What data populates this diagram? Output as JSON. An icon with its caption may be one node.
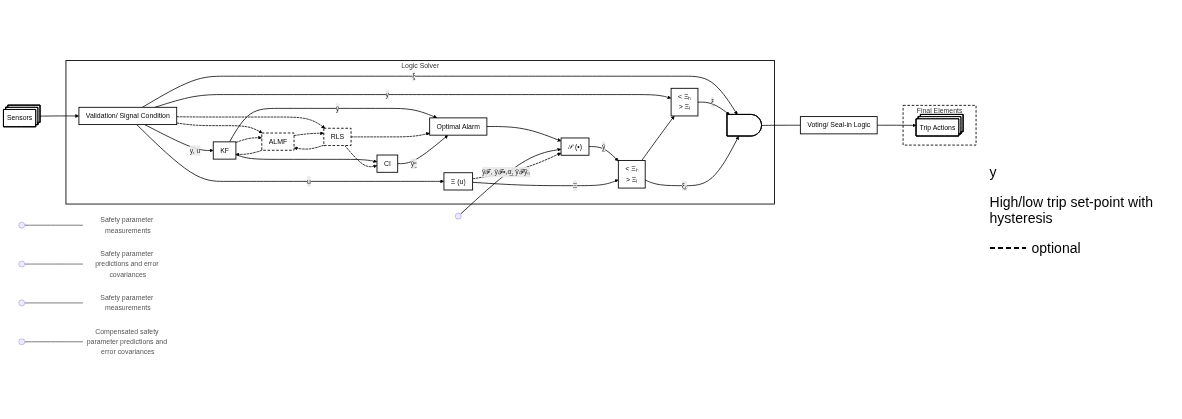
{
  "diagram": {
    "nodes": [
      {
        "text": [
          "Logic Solver"
        ]
      },
      {
        "text": [
          "Sensors"
        ]
      },
      {
        "text": [
          "Validation/ Signal Condition"
        ],
        "in": 0
      },
      {
        "text": [
          "KF"
        ],
        "in": 0
      },
      {
        "text": [
          "CI"
        ],
        "in": 0
      },
      {
        "text": [
          "ALMF"
        ],
        "in": 0
      },
      {
        "text": [
          "Optimal Alarm"
        ],
        "in": 0
      },
      {
        "text": [
          "RLS"
        ],
        "in": 0
      },
      {
        "text": [
          "𝒮 (•)"
        ],
        "in": 0
      },
      {
        "text": [
          "Ξ (u)"
        ],
        "in": 0
      },
      {
        "text": [
          "< Ξₕ",
          "> Ξₗ"
        ],
        "in": 0
      },
      {
        "text": [
          "< Ξₕ",
          "> Ξₗ"
        ],
        "in": 0
      },
      {
        "text": [],
        "shape": "gate",
        "in": 0
      },
      {
        "text": [
          "Voting/ Seal-in Logic"
        ]
      },
      {
        "text": [
          "Final Elements"
        ]
      },
      {
        "text": [
          "Trip Actions"
        ],
        "in": 14
      },
      {
        "text": [
          "Safety parameter measurements"
        ]
      },
      {
        "text": [
          "Safety parameter predictions and error covariances"
        ]
      },
      {
        "text": [
          "Safety parameter measurements"
        ]
      },
      {
        "text": [
          "Compensated safety parameter predictions and error covariances"
        ]
      }
    ],
    "edges": [
      {
        "from": 1,
        "to": 2,
        "arrow": "to"
      },
      {
        "from": 2,
        "to": 10,
        "arrow": "to",
        "label": "y"
      },
      {
        "from": 2,
        "to": 12,
        "arrow": "to",
        "label": "ξ̲"
      },
      {
        "from": 2,
        "to": 3,
        "arrow": "to",
        "label": "y, u"
      },
      {
        "from": 2,
        "to": 5,
        "arrow": "to",
        "style": "dashed"
      },
      {
        "from": 2,
        "to": 7,
        "arrow": "to",
        "style": "dashed"
      },
      {
        "from": 3,
        "to": 5,
        "arrow": "to",
        "style": "dashed"
      },
      {
        "from": 5,
        "to": 3,
        "arrow": "to",
        "style": "dashed"
      },
      {
        "from": 5,
        "to": 7,
        "arrow": "to",
        "style": "dashed"
      },
      {
        "from": 7,
        "to": 5,
        "arrow": "to",
        "style": "dashed"
      },
      {
        "from": 3,
        "to": 4,
        "arrow": "to"
      },
      {
        "from": 3,
        "to": 6,
        "arrow": "to",
        "label": "ŷ"
      },
      {
        "from": 7,
        "to": 4,
        "arrow": "to",
        "style": "dashed"
      },
      {
        "from": 7,
        "to": 6,
        "arrow": "to",
        "style": "dashed"
      },
      {
        "from": 4,
        "to": 6,
        "arrow": "to",
        "label": "ŷᵅ̲"
      },
      {
        "from": 6,
        "to": 8,
        "arrow": "to"
      },
      {
        "from": null,
        "to": 8,
        "arrow": "to",
        "label": "ŷ𝓕, ŷ𝓕•,α̲, ŷ𝓕ỹ₀"
      },
      {
        "from": 9,
        "to": 8,
        "arrow": "to",
        "style": "dashed"
      },
      {
        "from": 2,
        "to": 9,
        "arrow": "to",
        "label": "u"
      },
      {
        "from": 8,
        "to": 11,
        "arrow": "to",
        "label": "ŷ̲"
      },
      {
        "from": 9,
        "to": 11,
        "arrow": "to",
        "label": "Ξ"
      },
      {
        "from": 11,
        "to": 10,
        "arrow": "to"
      },
      {
        "from": 10,
        "to": 12,
        "arrow": "to",
        "label": "ξ"
      },
      {
        "from": 11,
        "to": 12,
        "arrow": "to",
        "label": "ξₚ"
      },
      {
        "from": 12,
        "to": 13,
        "arrow": "none"
      },
      {
        "from": 13,
        "to": 15,
        "arrow": "to"
      },
      {
        "from": 16,
        "to": null,
        "arrow": "none"
      },
      {
        "from": 17,
        "to": null,
        "arrow": "none"
      },
      {
        "from": 18,
        "to": null,
        "arrow": "none"
      },
      {
        "from": 19,
        "to": null,
        "arrow": "none"
      }
    ],
    "labels": [
      "y",
      "High/low trip set-point with hysteresis"
    ],
    "legend": [
      {
        "text": "optional"
      }
    ]
  }
}
